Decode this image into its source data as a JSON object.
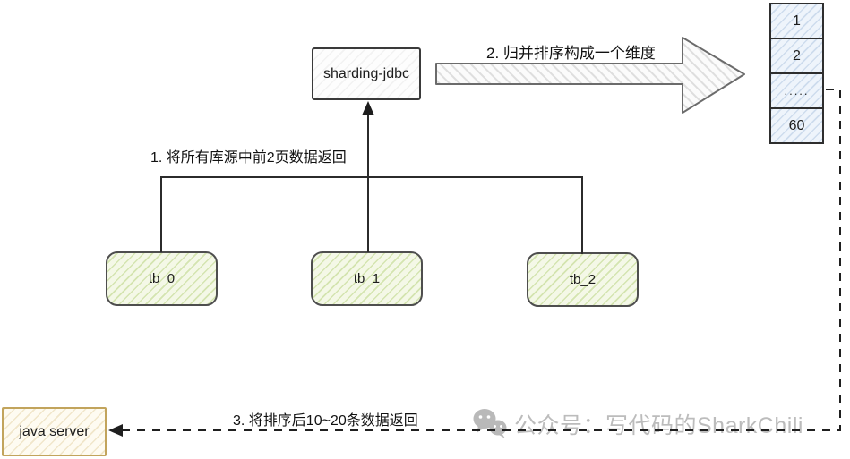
{
  "nodes": {
    "sharding_jdbc": "sharding-jdbc",
    "tb_0": "tb_0",
    "tb_1": "tb_1",
    "tb_2": "tb_2",
    "java_server": "java server"
  },
  "stack": {
    "cells": [
      "1",
      "2",
      ".....",
      "60"
    ]
  },
  "annotations": {
    "step1": "1. 将所有库源中前2页数据返回",
    "step2": "2. 归并排序构成一个维度",
    "step3": "3. 将排序后10~20条数据返回"
  },
  "watermark": {
    "icon": "wechat-icon",
    "text": "公众号：写代码的SharkChili"
  },
  "colors": {
    "table_fill": "#f4f8e7",
    "table_hatch": "#a4c75e",
    "stack_fill": "#eef4fb",
    "stack_hatch": "#82a5cd",
    "server_fill": "#fefbf1",
    "server_border": "#c2a45c",
    "node_border": "#3a3a3a",
    "connector": "#2b2b2b",
    "big_arrow_stroke": "#6b6b6b",
    "watermark_gray": "#bcbcbc"
  }
}
